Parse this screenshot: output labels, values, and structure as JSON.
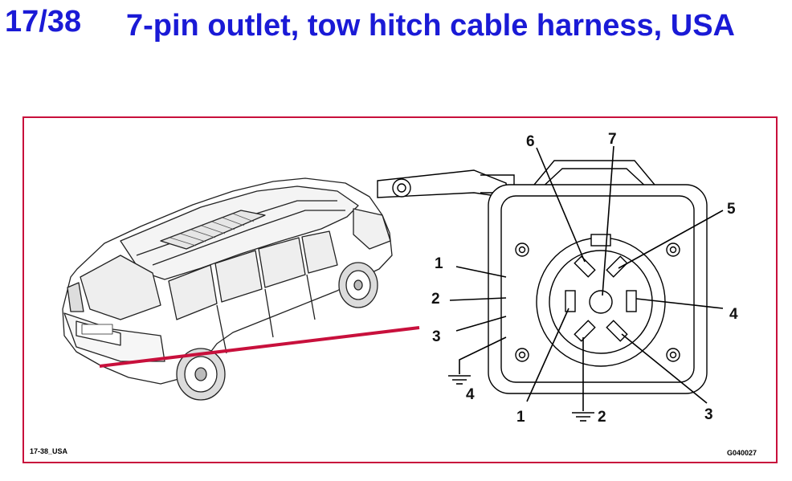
{
  "header": {
    "section_number": "17/38",
    "title": "7-pin outlet, tow hitch cable harness, USA"
  },
  "colors": {
    "title": "#1a1ad6",
    "frame": "#c8103c",
    "pointer": "#c8103c",
    "line": "#000000"
  },
  "diagram": {
    "figure_id_left": "17-38_USA",
    "figure_id_right": "G040027",
    "left_socket_labels": [
      "1",
      "2",
      "3",
      "4"
    ],
    "round_socket_labels": [
      "1",
      "2",
      "3",
      "4",
      "5",
      "6",
      "7"
    ]
  }
}
